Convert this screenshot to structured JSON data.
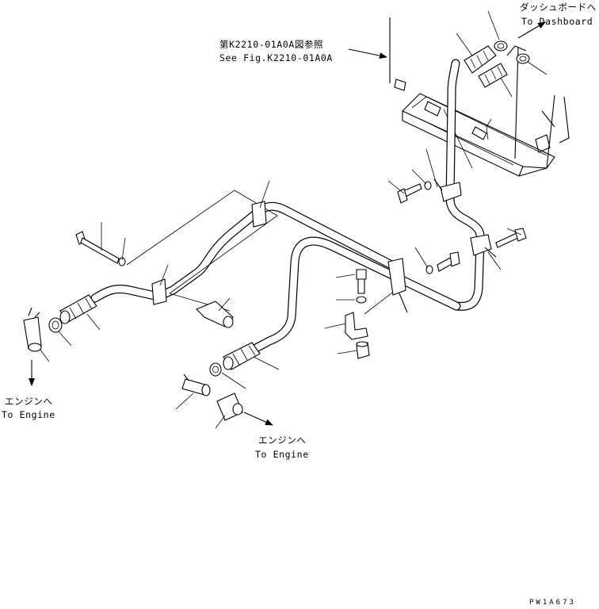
{
  "labels": {
    "dashboard_jp": "ダッシュボードへ",
    "dashboard_en": "To Dashboard",
    "reference_jp": "第K2210-01A0A図参照",
    "reference_en": "See Fig.K2210-01A0A",
    "engine_left_jp": "エンジンへ",
    "engine_left_en": "To Engine",
    "engine_center_jp": "エンジンへ",
    "engine_center_en": "To Engine",
    "drawing_code": "PW1A673"
  }
}
